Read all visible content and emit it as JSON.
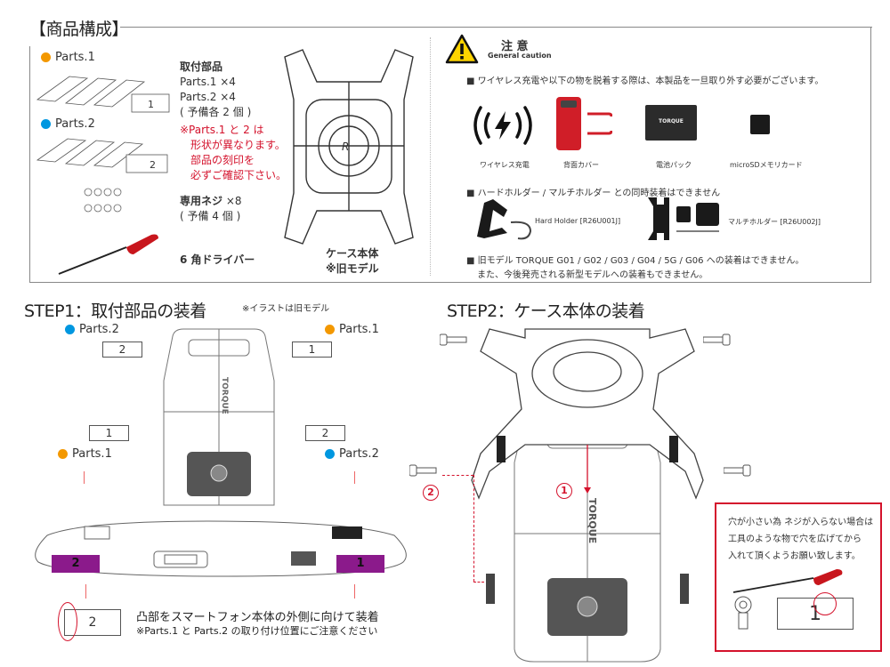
{
  "product_contents": {
    "title": "【商品構成】",
    "parts1_label": "Parts.1",
    "parts2_label": "Parts.2",
    "parts1_color": "#f39800",
    "parts2_color": "#0097e0",
    "mounting_parts_heading": "取付部品",
    "mounting_parts_lines": [
      "Parts.1 ×4",
      "Parts.2 ×4",
      "( 予備各 2 個 )"
    ],
    "warning_lines": [
      "※Parts.1 と 2 は",
      "形状が異なります。",
      "部品の刻印を",
      "必ずご確認下さい。"
    ],
    "screws_heading": "専用ネジ",
    "screws_count": "×8",
    "screws_spare": "( 予備 4 個 )",
    "driver_label": "6 角ドライバー",
    "case_label": "ケース本体",
    "case_note": "※旧モデル",
    "part_numbers": {
      "one": "1",
      "two": "2"
    }
  },
  "caution": {
    "title_ja": "注 意",
    "title_en": "General caution",
    "icon": "warning-triangle-icon",
    "line1": "■ ワイヤレス充電や以下の物を脱着する際は、本製品を一旦取り外す必要がございます。",
    "items": [
      {
        "label": "ワイヤレス充電",
        "icon": "wireless-charging-icon"
      },
      {
        "label": "背面カバー",
        "icon": "back-cover-icon"
      },
      {
        "label": "電池パック",
        "icon": "battery-pack-icon"
      },
      {
        "label": "microSDメモリカード",
        "icon": "microsd-card-icon"
      }
    ],
    "battery_brand": "TORQUE",
    "line2": "■ ハードホルダー / マルチホルダー との同時装着はできません",
    "hard_holder": "Hard Holder  [R26U001J]",
    "multi_holder": "マルチホルダー  [R26U002J]",
    "line3": "■ 旧モデル TORQUE G01 / G02 / G03 / G04 / 5G / G06 への装着はできません。",
    "line4": "また、今後発売される新型モデルへの装着もできません。"
  },
  "step1": {
    "title": "STEP1：取付部品の装着",
    "note": "※イラストは旧モデル",
    "labels": {
      "parts1": "Parts.1",
      "parts2": "Parts.2"
    },
    "phone_brand": "TORQUE",
    "instruction1": "凸部をスマートフォン本体の外側に向けて装着",
    "instruction2": "※Parts.1 と Parts.2 の取り付け位置にご注意ください",
    "highlight_color": "#8b1a8b"
  },
  "step2": {
    "title": "STEP2：ケース本体の装着",
    "marker1": "①",
    "marker2": "②",
    "phone_brand": "TORQUE",
    "note_lines": [
      "穴が小さい為 ネジが入らない場合は",
      "工具のような物で穴を広げてから",
      "入れて頂くようお願い致します。"
    ],
    "note_part_number": "1",
    "accent_color": "#d4122c"
  }
}
